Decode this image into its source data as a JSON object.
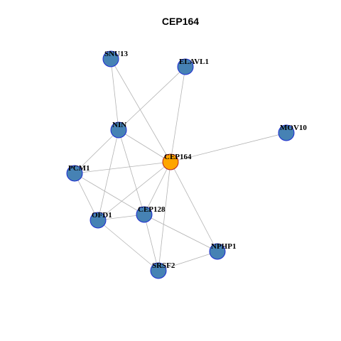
{
  "title": "CEP164",
  "colors": {
    "hub_fill": "#FFA500",
    "hub_stroke": "#B22222",
    "node_fill": "#4682B4",
    "node_stroke": "#1C2BD0",
    "edge": "#B3B3B3"
  },
  "nodes": [
    {
      "id": "SNU13",
      "label": "SNU13",
      "hub": false
    },
    {
      "id": "ELAVL1",
      "label": "ELAVL1",
      "hub": false
    },
    {
      "id": "NIN",
      "label": "NIN",
      "hub": false
    },
    {
      "id": "MOV10",
      "label": "MOV10",
      "hub": false
    },
    {
      "id": "CEP164",
      "label": "CEP164",
      "hub": true
    },
    {
      "id": "PCM1",
      "label": "PCM1",
      "hub": false
    },
    {
      "id": "CEP128",
      "label": "CEP128",
      "hub": false
    },
    {
      "id": "OFD1",
      "label": "OFD1",
      "hub": false
    },
    {
      "id": "NPHP1",
      "label": "NPHP1",
      "hub": false
    },
    {
      "id": "SRSF2",
      "label": "SRSF2",
      "hub": false
    }
  ],
  "edges": [
    [
      "SNU13",
      "NIN"
    ],
    [
      "SNU13",
      "CEP164"
    ],
    [
      "ELAVL1",
      "NIN"
    ],
    [
      "ELAVL1",
      "CEP164"
    ],
    [
      "NIN",
      "CEP164"
    ],
    [
      "NIN",
      "PCM1"
    ],
    [
      "NIN",
      "OFD1"
    ],
    [
      "NIN",
      "CEP128"
    ],
    [
      "MOV10",
      "CEP164"
    ],
    [
      "CEP164",
      "PCM1"
    ],
    [
      "CEP164",
      "OFD1"
    ],
    [
      "CEP164",
      "CEP128"
    ],
    [
      "CEP164",
      "NPHP1"
    ],
    [
      "CEP164",
      "SRSF2"
    ],
    [
      "PCM1",
      "OFD1"
    ],
    [
      "PCM1",
      "CEP128"
    ],
    [
      "OFD1",
      "CEP128"
    ],
    [
      "OFD1",
      "SRSF2"
    ],
    [
      "CEP128",
      "SRSF2"
    ],
    [
      "CEP128",
      "NPHP1"
    ],
    [
      "SRSF2",
      "NPHP1"
    ]
  ]
}
